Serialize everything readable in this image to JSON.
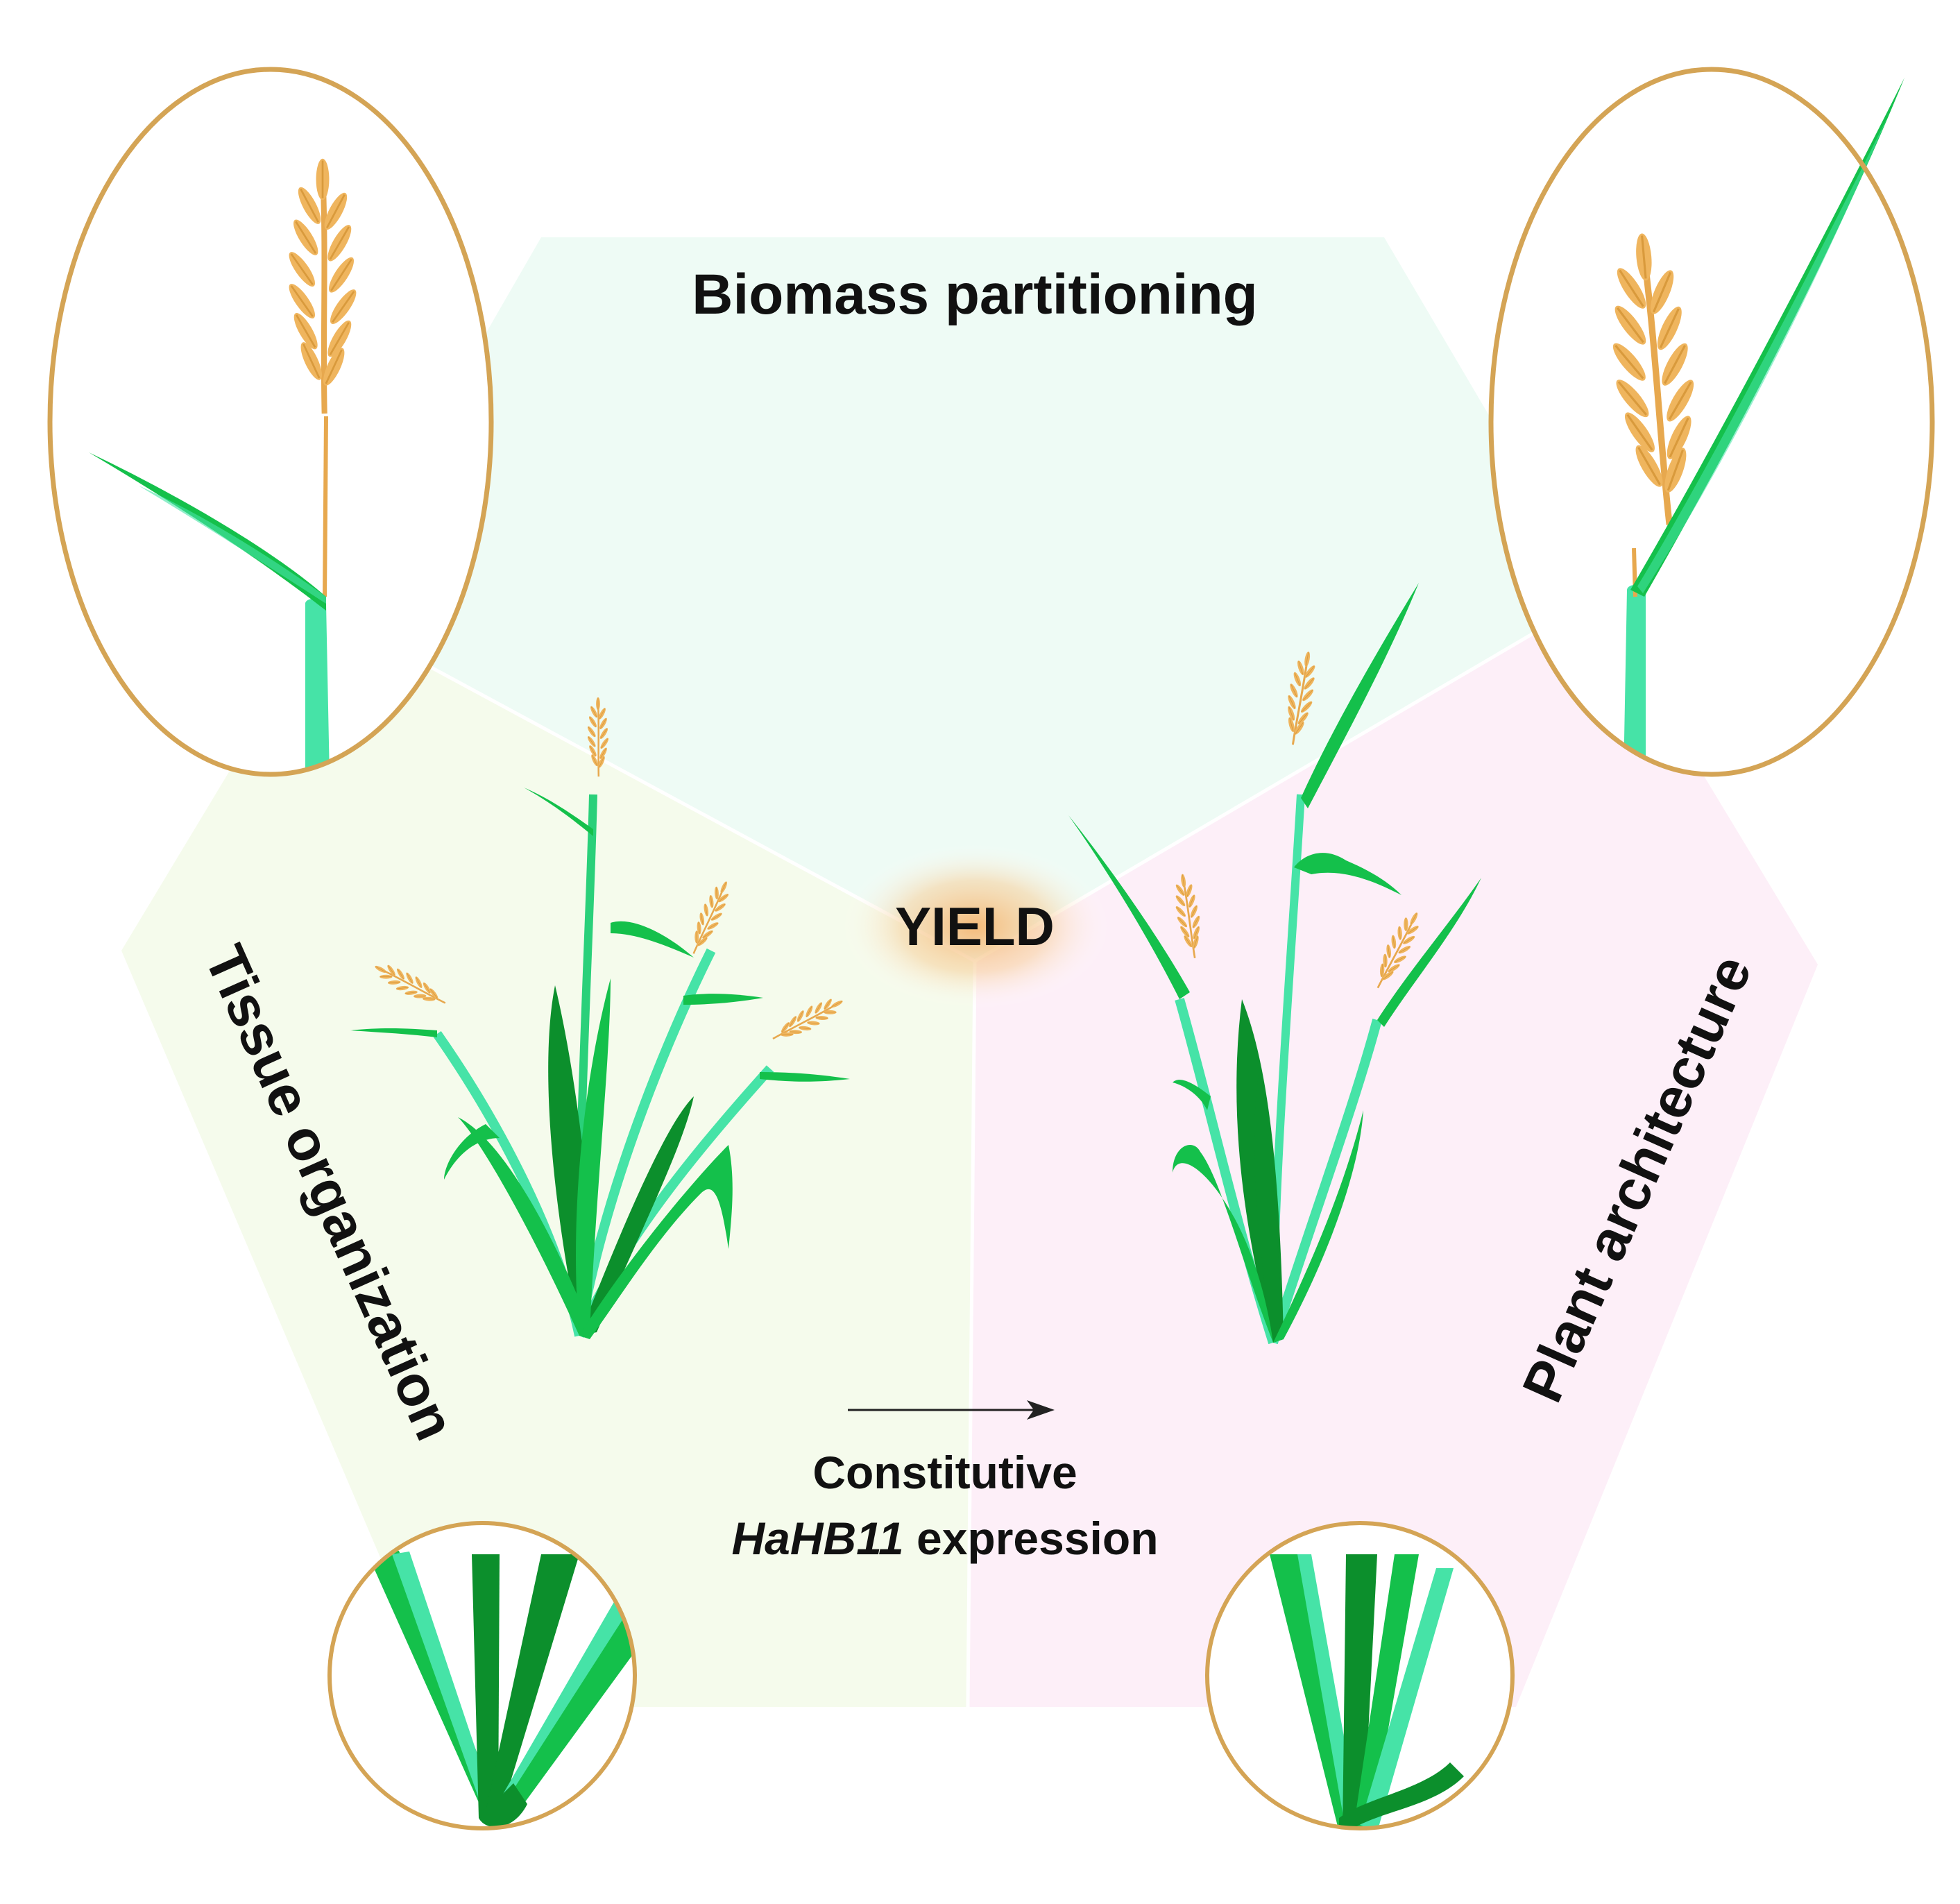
{
  "labels": {
    "top": "Biomass partitioning",
    "left": "Tissue organization",
    "right": "Plant architecture",
    "center": "YIELD",
    "caption_line1": "Constitutive",
    "caption_gene": "HaHB11",
    "caption_rest": " expression"
  },
  "colors": {
    "panel_top": "#eefbf5",
    "panel_left": "#f5fbec",
    "panel_right": "#fdeff8",
    "gold": "#d4a455",
    "leaf_dark": "#0c8f2c",
    "leaf_mid": "#14c04b",
    "leaf_light": "#46e3a7",
    "grain": "#efb55e",
    "glow": "#f5c37f"
  },
  "icons": {
    "wild_type_plant": "rice-plant-icon",
    "transgenic_plant": "rice-plant-icon",
    "arrow": "arrow-right-icon",
    "zoom": "magnified-detail-circle"
  }
}
